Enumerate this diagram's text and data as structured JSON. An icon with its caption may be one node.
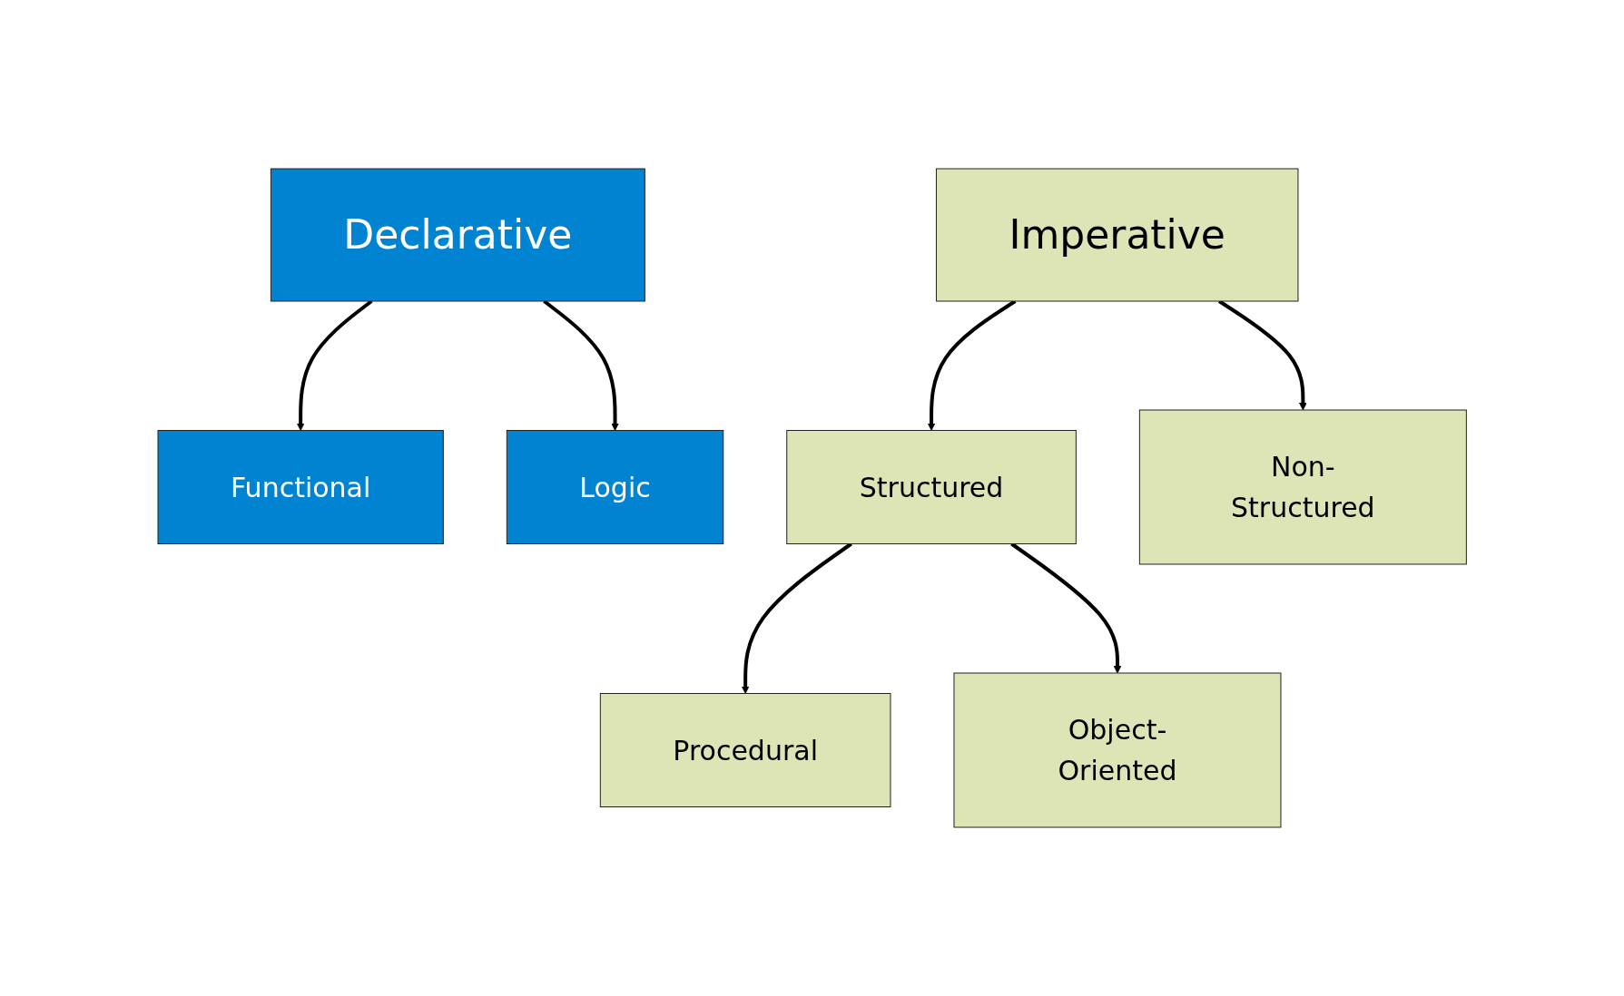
{
  "diagram": {
    "nodes": [
      {
        "text": [
          "Declarative"
        ]
      },
      {
        "text": [
          "Imperative"
        ]
      },
      {
        "text": [
          "Functional"
        ]
      },
      {
        "text": [
          "Logic"
        ]
      },
      {
        "text": [
          "Structured"
        ]
      },
      {
        "text": [
          "Non-Structured"
        ]
      },
      {
        "text": [
          "Procedural"
        ]
      },
      {
        "text": [
          "Object-Oriented"
        ]
      }
    ],
    "edges": [
      {
        "from": 0,
        "to": 2,
        "arrow": "to"
      },
      {
        "from": 0,
        "to": 3,
        "arrow": "to"
      },
      {
        "from": 1,
        "to": 4,
        "arrow": "to"
      },
      {
        "from": 1,
        "to": 5,
        "arrow": "to"
      },
      {
        "from": 4,
        "to": 6,
        "arrow": "to"
      },
      {
        "from": 4,
        "to": 7,
        "arrow": "to"
      }
    ]
  }
}
